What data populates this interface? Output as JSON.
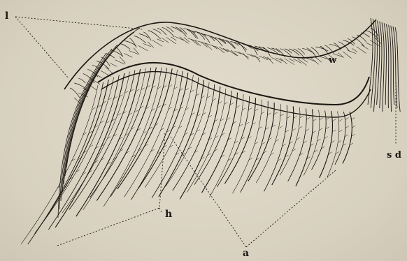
{
  "figure": {
    "labels": {
      "l": "l",
      "w": "w",
      "sd": "s d",
      "h": "h",
      "a": "a"
    },
    "colors": {
      "paper": "#ddd6c6",
      "ink": "#1b1712"
    }
  }
}
